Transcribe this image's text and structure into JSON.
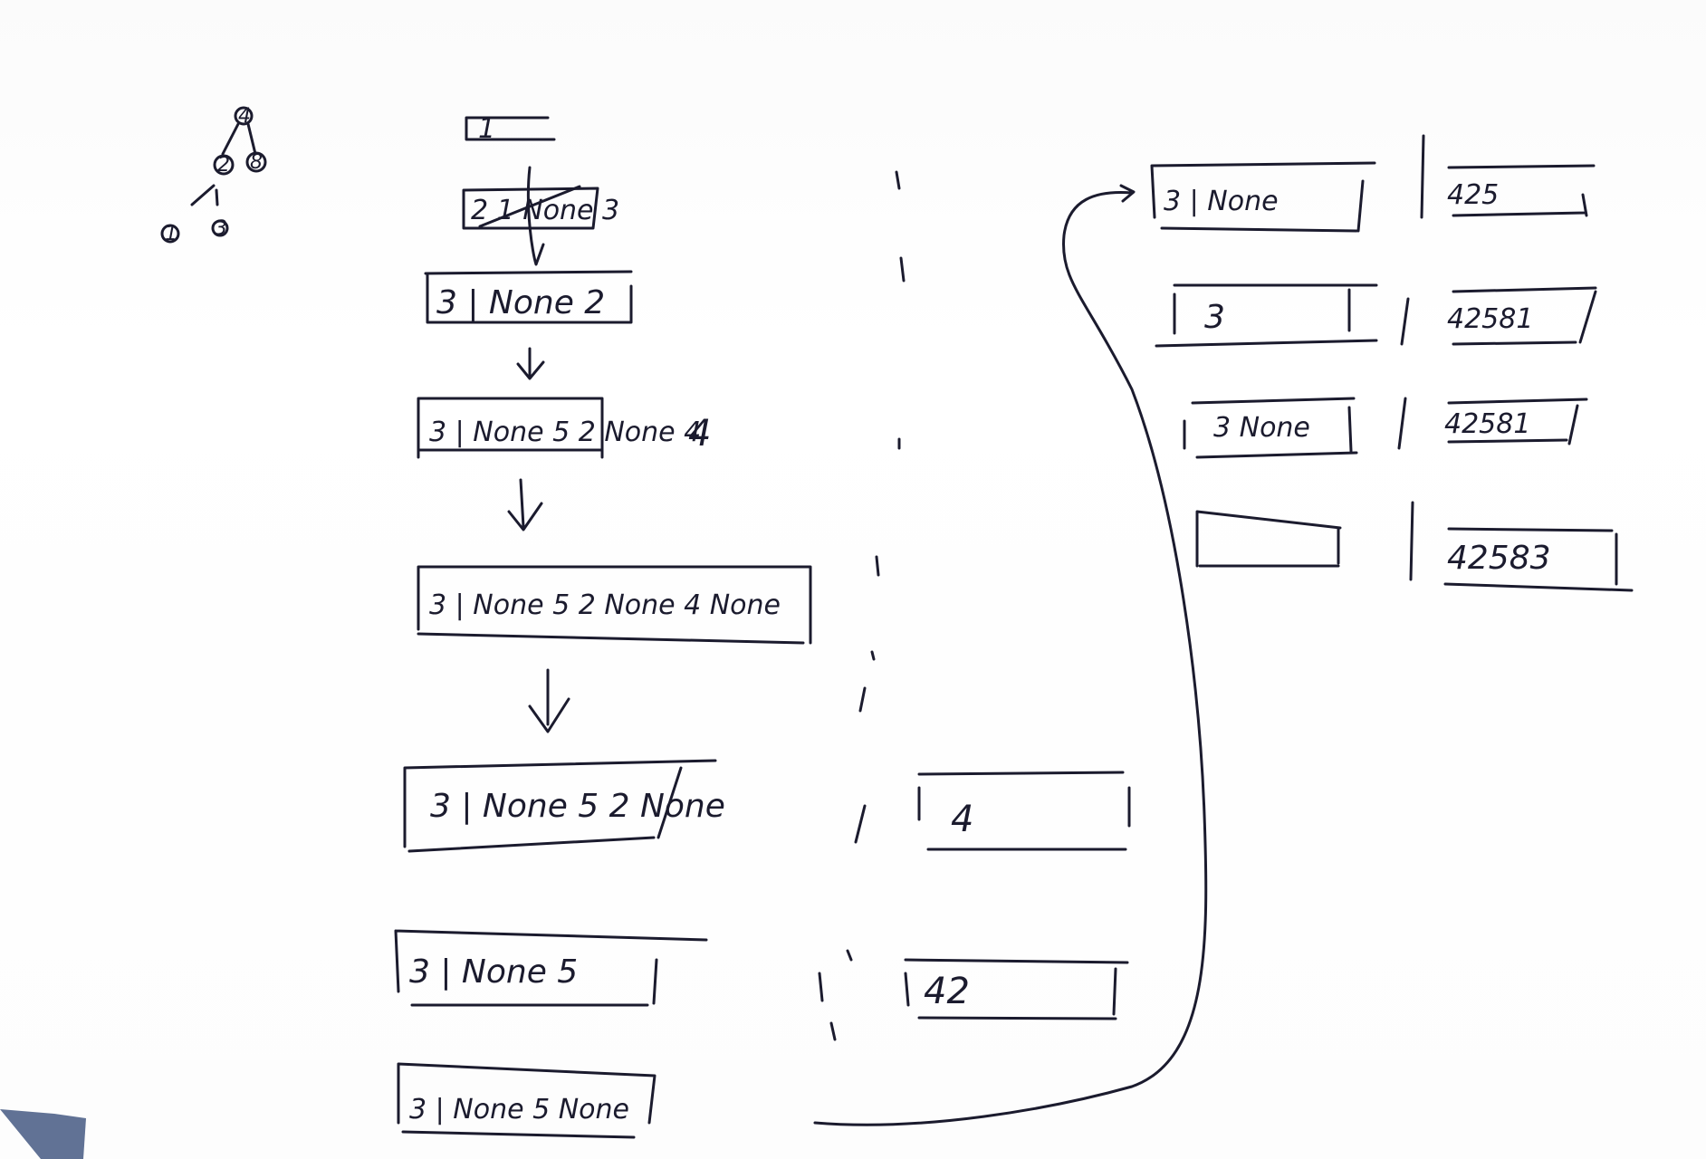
{
  "tree": {
    "root": "4",
    "level2": [
      "2",
      "8"
    ],
    "level3": [
      "1",
      "3"
    ]
  },
  "stack_states": [
    "1",
    "2 1 None 3",
    "3 | None 2",
    "3 | None 5 2 None 4",
    "3 | None 5 2 None 4 None",
    "3 | None 5 2 None",
    "3 | None 5",
    "3 | None 5 None"
  ],
  "stack_extra_label": "4",
  "middle_outputs": [
    "4",
    "42"
  ],
  "right_stack": [
    "3 | None",
    "3",
    "3 None",
    ""
  ],
  "right_outputs": [
    "425",
    "42581",
    "42581",
    "42583"
  ],
  "colors": {
    "ink": "#1b1b2e",
    "paper": "#ffffff",
    "corner": "#3a4f7a"
  }
}
